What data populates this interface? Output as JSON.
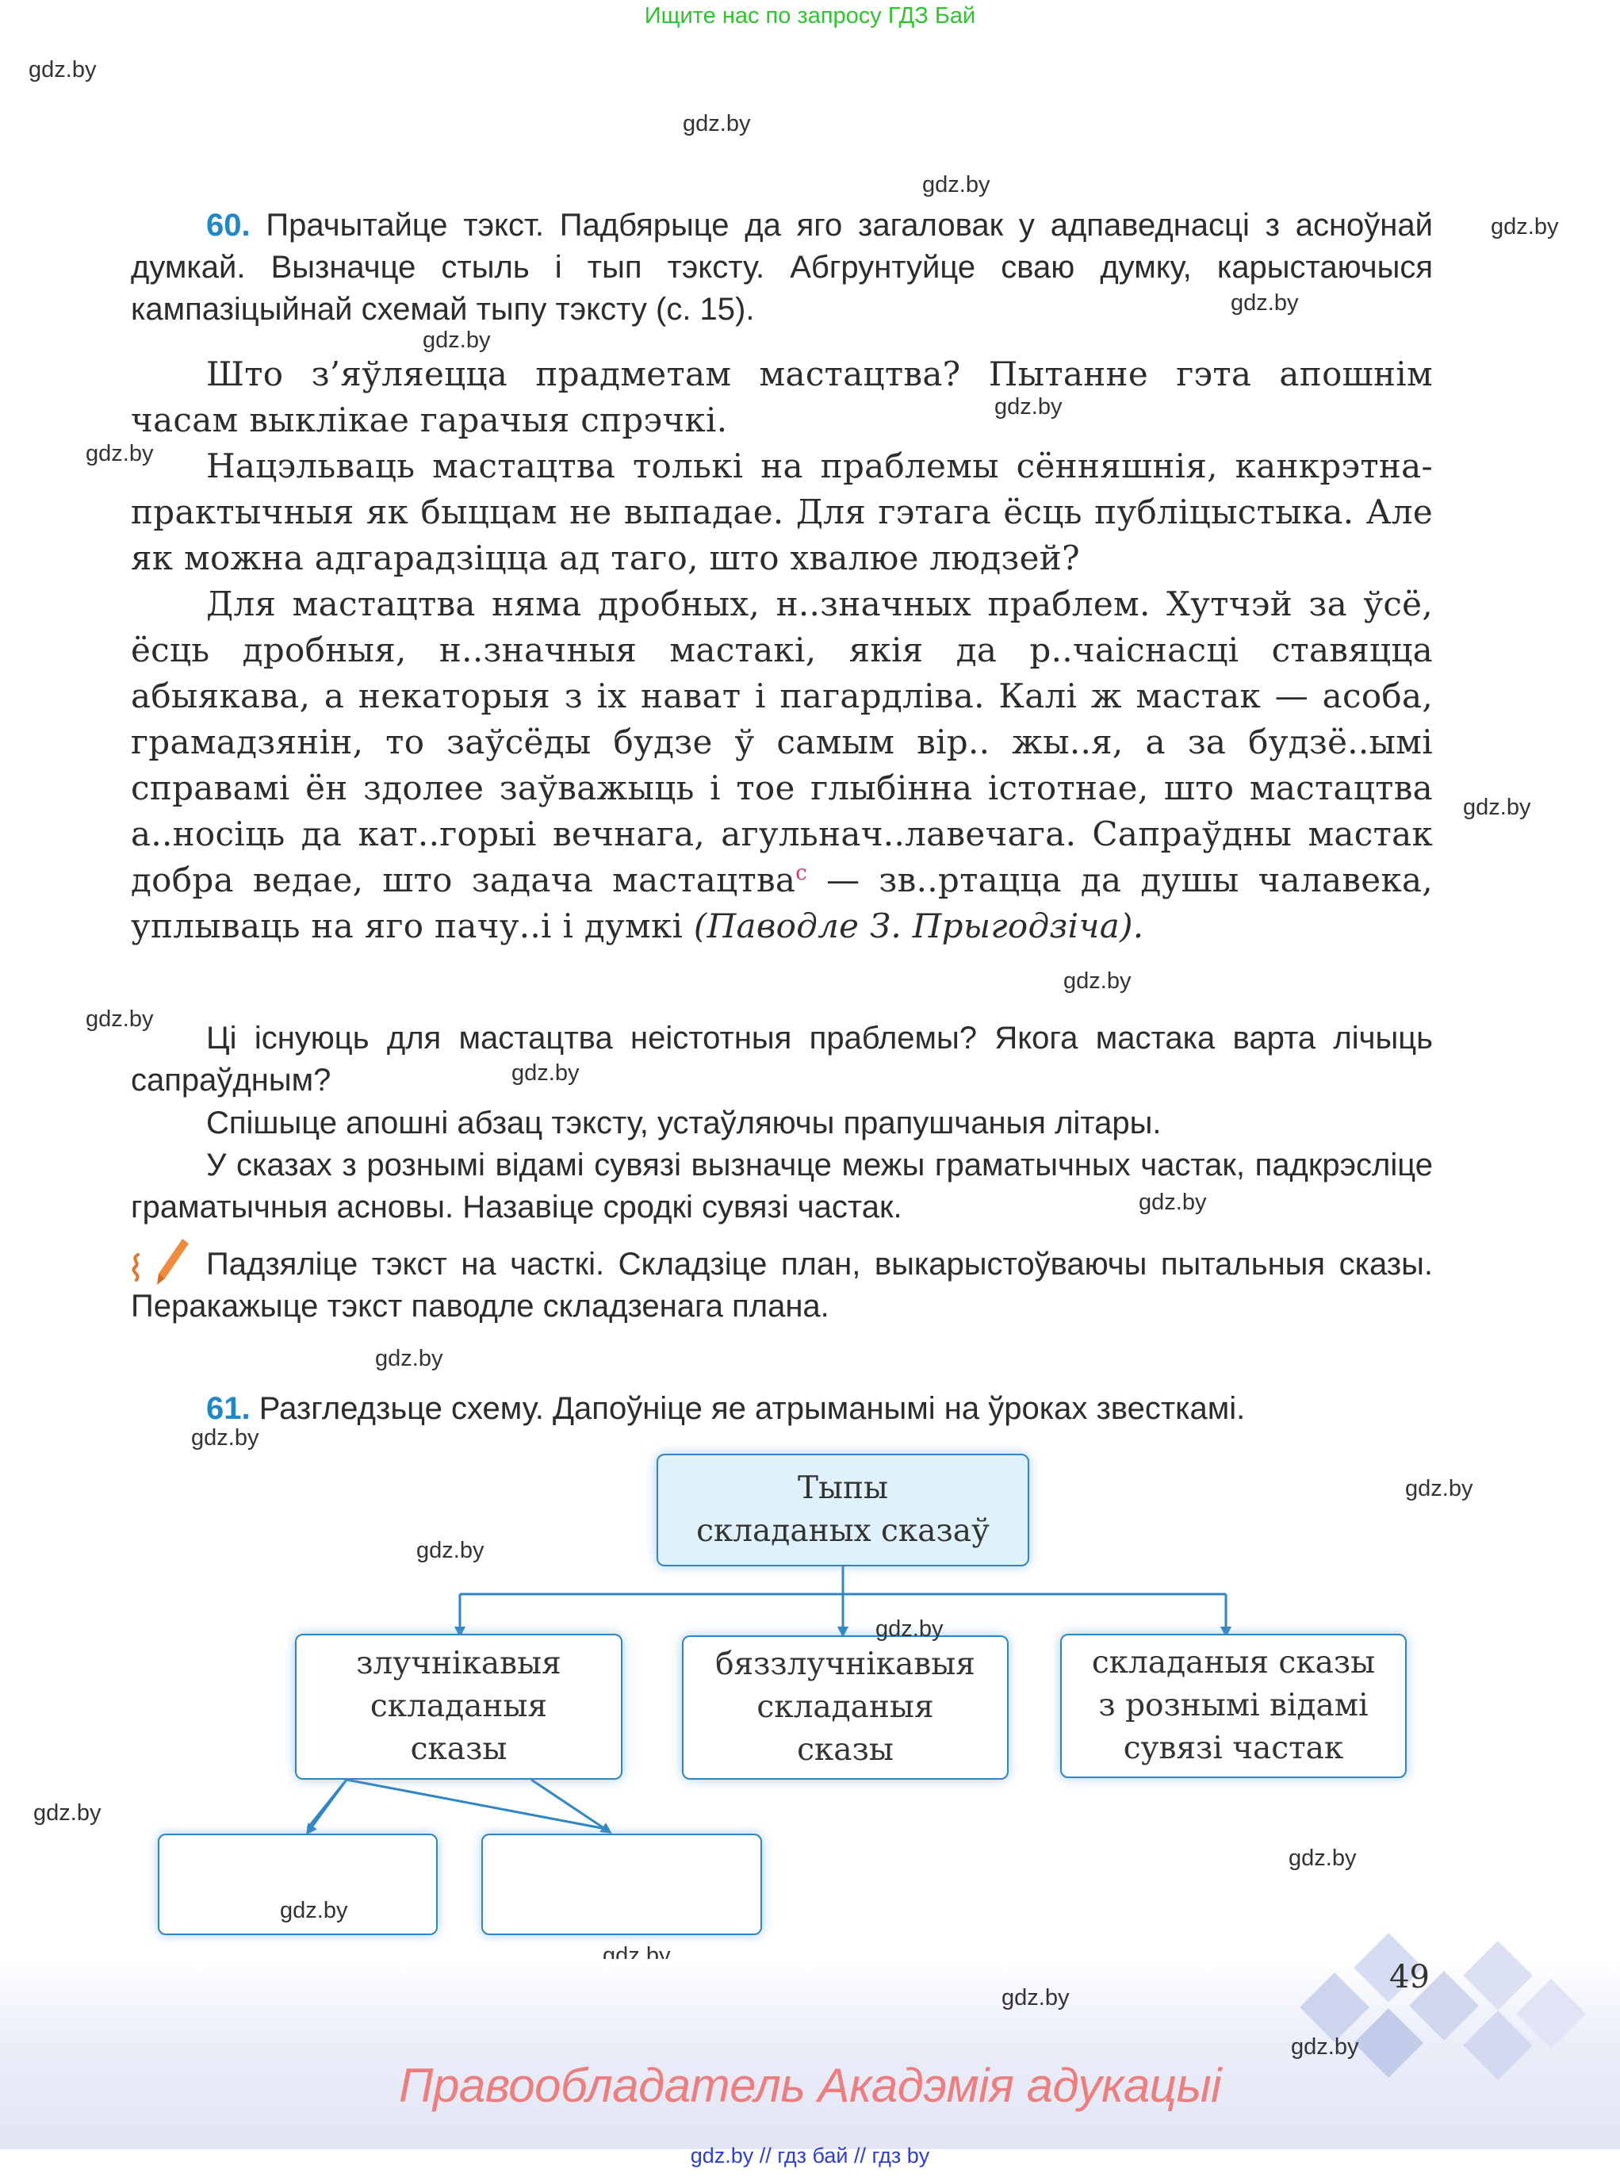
{
  "header": {
    "banner": "Ищите нас по запросу ГДЗ Бай"
  },
  "watermark": "gdz.by",
  "task60": {
    "number": "60.",
    "instructions": "Прачытайце тэкст. Падбярыце да яго загаловак у адпаведнасці з асноўнай думкай. Вызначце стыль і тып тэксту. Абгрунтуйце сваю думку, карыстаючыся кампазіцыйнай схемай тыпу тэксту (с. 15).",
    "text": {
      "p1": "Што з’яўляецца прадметам мастацтва? Пытанне гэта апошнім часам выклікае гарачыя спрэчкі.",
      "p2": "Нацэльваць мастацтва толькі на праблемы сённяшнія, канкрэтна-практычныя як быццам не выпадае. Для гэтага ёсць публіцыстыка. Але як можна адгарадзіцца ад таго, што хвалюе людзей?",
      "p3_main": "Для мастацтва няма дробных, н..значных праблем. Хутчэй за ўсё, ёсць дробныя, н..значныя мастакі, якія да р..чаіснасці ставяцца абыякава, а некаторыя з іх нават і пагардліва. Калі ж мастак — асоба, грамадзянін, то заўсёды будзе ў самым вір.. жы..я, а за будзё..ымі справамі ён здолее заўважыць і тое глыбінна істотнае, што мастацтва а..носіць да кат..горыі вечнага, агульнач..лавечага. Сапраўдны мастак добра ведае, што задача мастацтва",
      "p3_marker": "с",
      "p3_end": " — зв..ртацца да душы чалавека, уплываць на яго пачу..і і думкі",
      "source": "(Паводле З. Прыгодзіча)."
    },
    "questions": {
      "q1": "Ці існуюць для мастацтва неістотныя праблемы? Якога мастака варта лічыць сапраўдным?",
      "q2": "Спішыце апошні абзац тэксту, устаўляючы прапушчаныя літары.",
      "q3": "У сказах з рознымі відамі сувязі вызначце межы граматычных частак, падкрэсліце граматычныя асновы. Назавіце сродкі сувязі частак.",
      "q4": "Падзяліце тэкст на часткі. Складзіце план, выкарыстоўваючы пытальныя сказы. Перакажыце тэкст паводле складзенага плана."
    },
    "pen_icon": "pen-icon"
  },
  "task61": {
    "number": "61.",
    "instructions": "Разгледзьце схему. Дапоўніце яе атрыманымі на ўроках звесткамі.",
    "diagram": {
      "root": [
        "Тыпы",
        "складаных сказаў"
      ],
      "children": [
        [
          "злучнікавыя",
          "складаныя",
          "сказы"
        ],
        [
          "бяззлучнікавыя",
          "складаныя",
          "сказы"
        ],
        [
          "складаныя сказы",
          "з рознымі відамі",
          "сувязі частак"
        ]
      ],
      "grandchildren": [
        "",
        ""
      ]
    }
  },
  "footer": {
    "page_number": "49",
    "rights": "Правообладатель Акадэмія адукацыі",
    "links": "gdz.by  //  гдз бай  //  гдз by"
  }
}
